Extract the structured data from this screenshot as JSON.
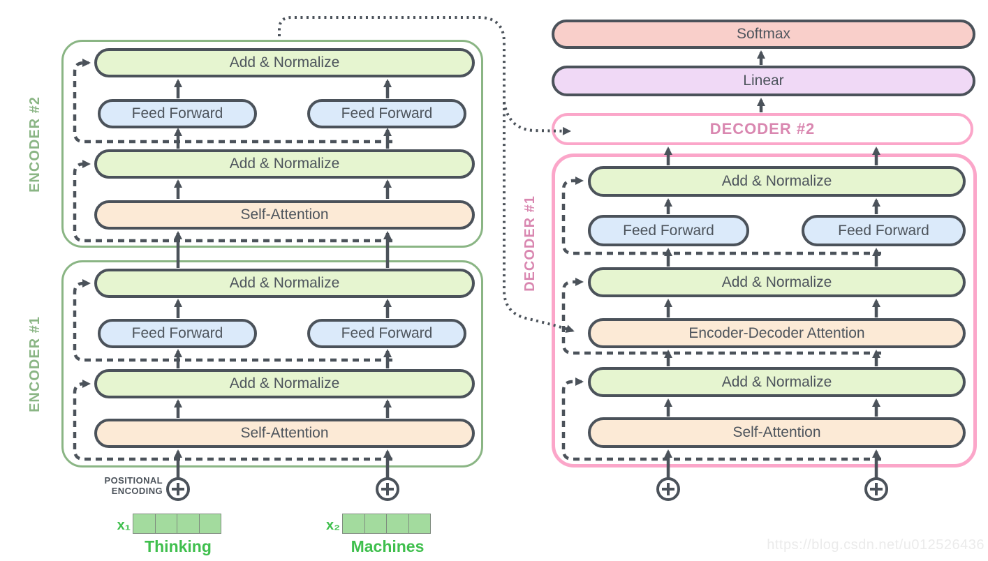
{
  "colors": {
    "outline_dark": "#4b525a",
    "encoder_border_green": "#8ab584",
    "decoder_border_pink": "#fba6c9",
    "decoder_label_pink": "#d987b0",
    "add_normalize_fill": "#e6f5d0",
    "feed_forward_fill": "#dbeafa",
    "attention_fill": "#fcead6",
    "softmax_fill": "#f9cfca",
    "linear_fill": "#f0d9f6",
    "token_green": "#3fbf4d",
    "vector_cell_fill": "#a3db9e",
    "watermark_gray": "#ebebeb"
  },
  "output_head": {
    "softmax": "Softmax",
    "linear": "Linear"
  },
  "encoder2": {
    "label": "ENCODER #2",
    "add_normalize_top": "Add & Normalize",
    "feed_forward_left": "Feed Forward",
    "feed_forward_right": "Feed Forward",
    "add_normalize_mid": "Add & Normalize",
    "self_attention": "Self-Attention"
  },
  "encoder1": {
    "label": "ENCODER #1",
    "add_normalize_top": "Add & Normalize",
    "feed_forward_left": "Feed Forward",
    "feed_forward_right": "Feed Forward",
    "add_normalize_mid": "Add & Normalize",
    "self_attention": "Self-Attention"
  },
  "decoder2": {
    "label": "DECODER #2"
  },
  "decoder1": {
    "label": "DECODER #1",
    "add_normalize_top": "Add & Normalize",
    "feed_forward_left": "Feed Forward",
    "feed_forward_right": "Feed Forward",
    "add_normalize_mid": "Add & Normalize",
    "encoder_decoder_attention": "Encoder-Decoder Attention",
    "add_normalize_bottom": "Add & Normalize",
    "self_attention": "Self-Attention"
  },
  "positional_encoding": {
    "line1": "POSITIONAL",
    "line2": "ENCODING"
  },
  "tokens": [
    {
      "symbol": "x₁",
      "word": "Thinking",
      "cells": 4
    },
    {
      "symbol": "x₂",
      "word": "Machines",
      "cells": 4
    }
  ],
  "watermark": "https://blog.csdn.net/u012526436"
}
